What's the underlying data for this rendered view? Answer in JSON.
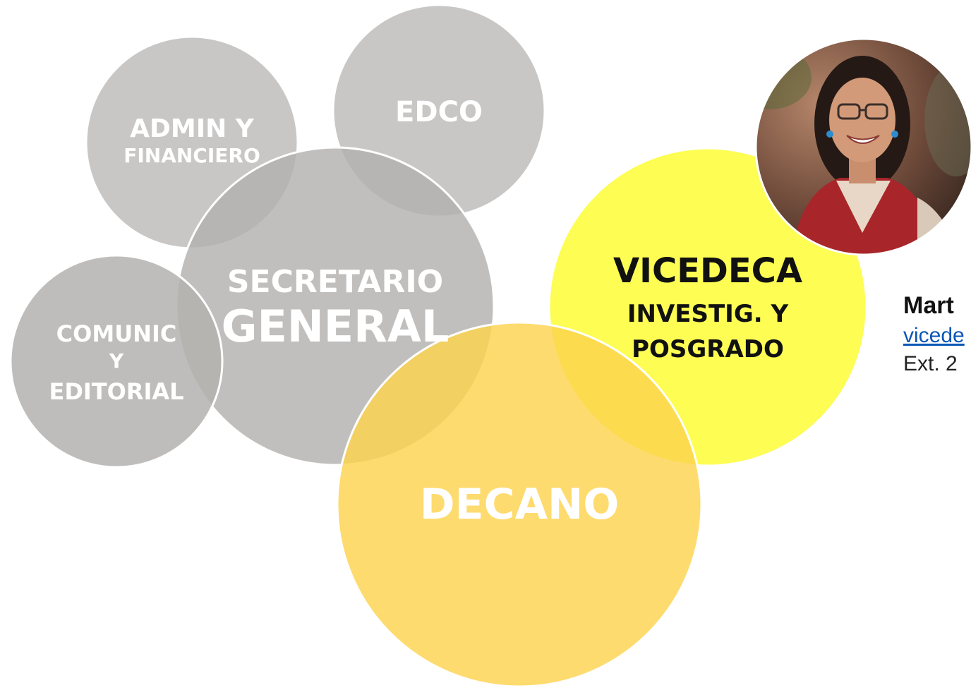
{
  "bubbles": {
    "admin": {
      "line1": "ADMIN Y",
      "line2": "FINANCIERO"
    },
    "edco": {
      "label": "EDCO"
    },
    "secretario": {
      "line1": "SECRETARIO",
      "line2": "GENERAL"
    },
    "comunic": {
      "line1": "COMUNIC",
      "line2": "Y",
      "line3": "EDITORIAL"
    },
    "vicedeca": {
      "line1": "VICEDECA",
      "line2": "INVESTIG. Y",
      "line3": "POSGRADO"
    },
    "decano": {
      "label": "DECANO"
    }
  },
  "contact": {
    "name": "Mart",
    "email": "vicede",
    "ext": "Ext. 2"
  },
  "colors": {
    "gray_bubble": "#c3c2c1",
    "decano_yellow": "#fdd34e",
    "vicedeca_yellow": "#fdfd4b",
    "white_text": "#ffffff",
    "dark_text": "#111111"
  }
}
